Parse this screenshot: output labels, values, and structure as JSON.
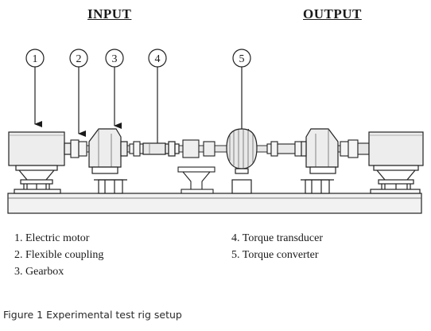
{
  "headers": {
    "input": "INPUT",
    "output": "OUTPUT"
  },
  "callouts": [
    "1",
    "2",
    "3",
    "4",
    "5"
  ],
  "legend_left": [
    "1. Electric motor",
    "2. Flexible coupling",
    "3. Gearbox"
  ],
  "legend_right": [
    "4. Torque transducer",
    "5. Torque converter"
  ],
  "caption": "Figure 1 Experimental test rig setup"
}
